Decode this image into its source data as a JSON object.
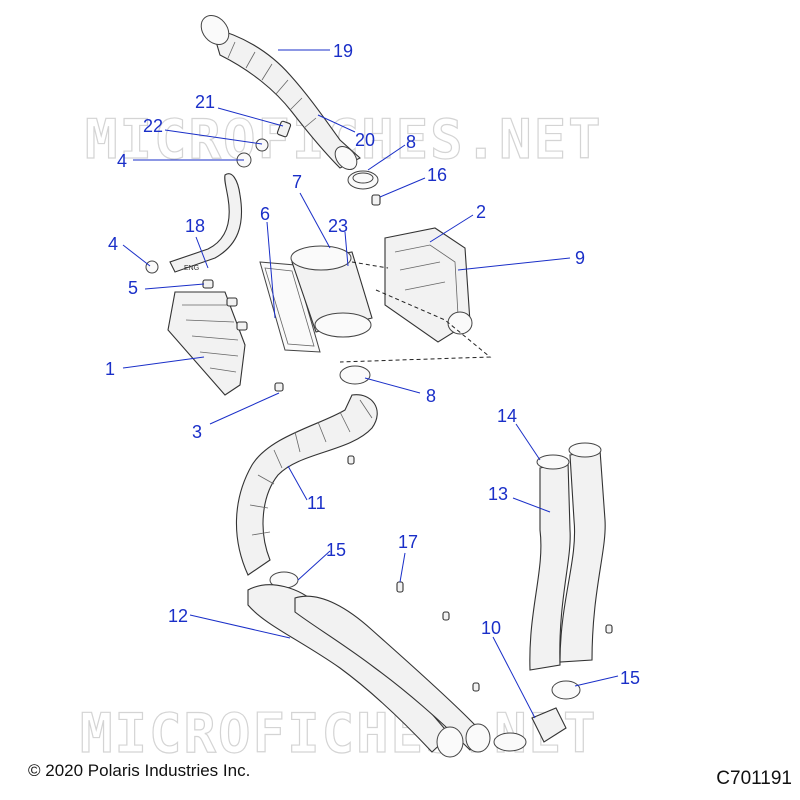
{
  "watermarks": [
    "MICROFICHES.NET",
    "MICROFICHES.NET"
  ],
  "callouts": [
    "1",
    "2",
    "3",
    "4",
    "4",
    "5",
    "6",
    "7",
    "8",
    "8",
    "9",
    "10",
    "11",
    "12",
    "13",
    "14",
    "15",
    "15",
    "16",
    "17",
    "18",
    "19",
    "20",
    "21",
    "22",
    "23"
  ],
  "part_marking": "ENG",
  "footer": {
    "copyright": "© 2020 Polaris Industries Inc.",
    "drawing_id": "C701191"
  },
  "colors": {
    "callout": "#1a2fc8",
    "line_art": "#333333",
    "watermark": "#d4d4d4"
  }
}
